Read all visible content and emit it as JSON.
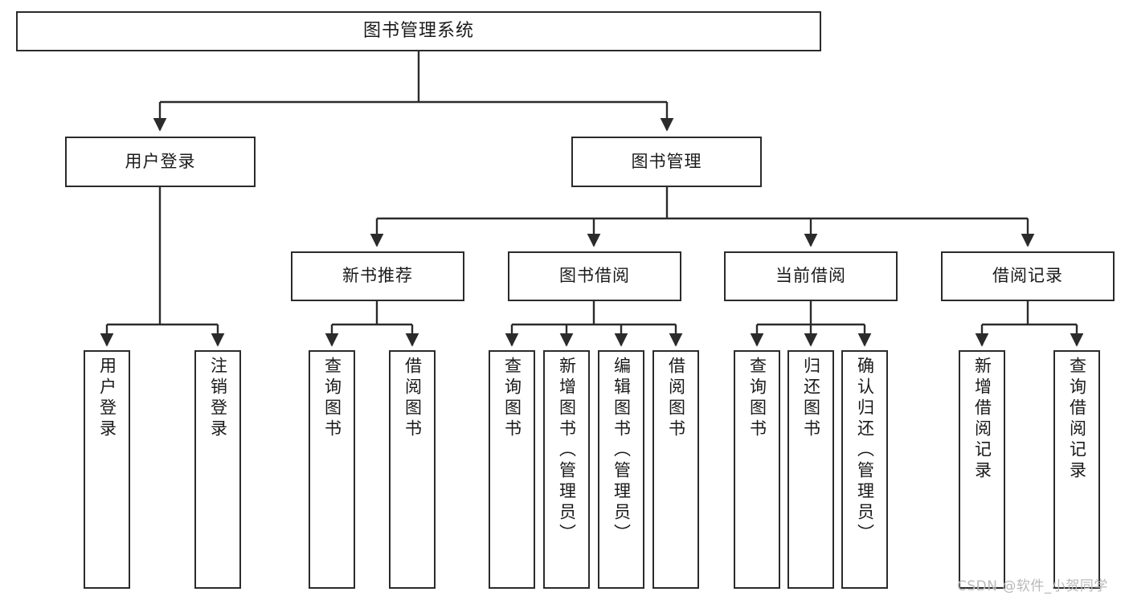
{
  "diagram": {
    "title": "图书管理系统",
    "type": "hierarchy-tree",
    "watermark": "CSDN @软件_小贺同学",
    "colors": {
      "box_border": "#2b2b2b",
      "box_fill": "#ffffff",
      "edge": "#2b2b2b",
      "text": "#1a1a1a",
      "watermark": "#b9b9b9",
      "background": "#ffffff"
    },
    "nodes": {
      "root": {
        "label": "图书管理系统"
      },
      "level1": [
        {
          "id": "user-login",
          "label": "用户登录"
        },
        {
          "id": "book-manage",
          "label": "图书管理"
        }
      ],
      "level2": [
        {
          "id": "new-book-recommend",
          "label": "新书推荐"
        },
        {
          "id": "book-borrow",
          "label": "图书借阅"
        },
        {
          "id": "current-borrow",
          "label": "当前借阅"
        },
        {
          "id": "borrow-record",
          "label": "借阅记录"
        }
      ],
      "leaves": {
        "user-login": [
          {
            "id": "leaf-user-login",
            "label": "用户登录"
          },
          {
            "id": "leaf-logout-login",
            "label": "注销登录"
          }
        ],
        "new-book-recommend": [
          {
            "id": "leaf-query-book-1",
            "label": "查询图书"
          },
          {
            "id": "leaf-borrow-book-1",
            "label": "借阅图书"
          }
        ],
        "book-borrow": [
          {
            "id": "leaf-query-book-2",
            "label": "查询图书"
          },
          {
            "id": "leaf-add-book",
            "label": "新增图书（管理员）"
          },
          {
            "id": "leaf-edit-book",
            "label": "编辑图书（管理员）"
          },
          {
            "id": "leaf-borrow-book-2",
            "label": "借阅图书"
          }
        ],
        "current-borrow": [
          {
            "id": "leaf-query-book-3",
            "label": "查询图书"
          },
          {
            "id": "leaf-return-book",
            "label": "归还图书"
          },
          {
            "id": "leaf-confirm-return",
            "label": "确认归还（管理员）"
          }
        ],
        "borrow-record": [
          {
            "id": "leaf-add-record",
            "label": "新增借阅记录"
          },
          {
            "id": "leaf-query-record",
            "label": "查询借阅记录"
          }
        ]
      }
    }
  }
}
